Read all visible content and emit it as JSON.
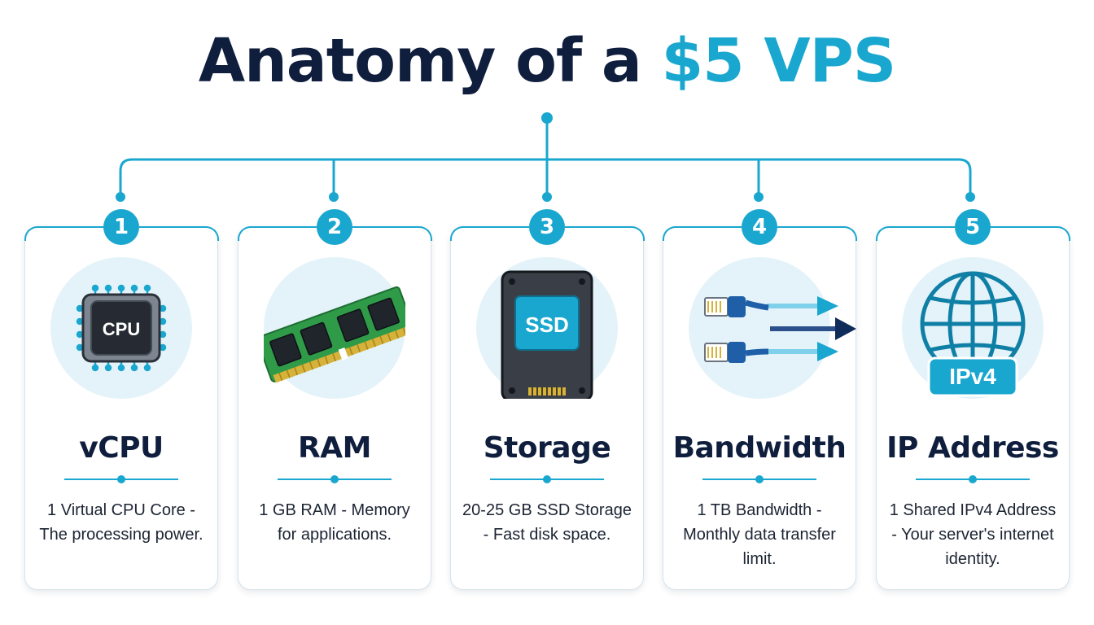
{
  "title": {
    "main": "Anatomy of a",
    "accent": "$5 VPS"
  },
  "colors": {
    "accent": "#1aa7cf",
    "navy": "#0f1e3d",
    "text": "#1c2433",
    "icon_bg": "#e4f3f9"
  },
  "cards": [
    {
      "number": "1",
      "title": "vCPU",
      "description": "1 Virtual CPU Core - The processing power.",
      "icon": "cpu-chip-icon",
      "icon_label": "CPU"
    },
    {
      "number": "2",
      "title": "RAM",
      "description": "1 GB RAM - Memory for applications.",
      "icon": "ram-module-icon"
    },
    {
      "number": "3",
      "title": "Storage",
      "description": "20-25 GB SSD Storage - Fast disk space.",
      "icon": "ssd-drive-icon",
      "icon_label": "SSD"
    },
    {
      "number": "4",
      "title": "Bandwidth",
      "description": "1 TB Bandwidth - Monthly data transfer limit.",
      "icon": "network-cables-icon"
    },
    {
      "number": "5",
      "title": "IP Address",
      "description": "1 Shared IPv4 Address - Your server's internet identity.",
      "icon": "globe-icon",
      "icon_label": "IPv4"
    }
  ]
}
